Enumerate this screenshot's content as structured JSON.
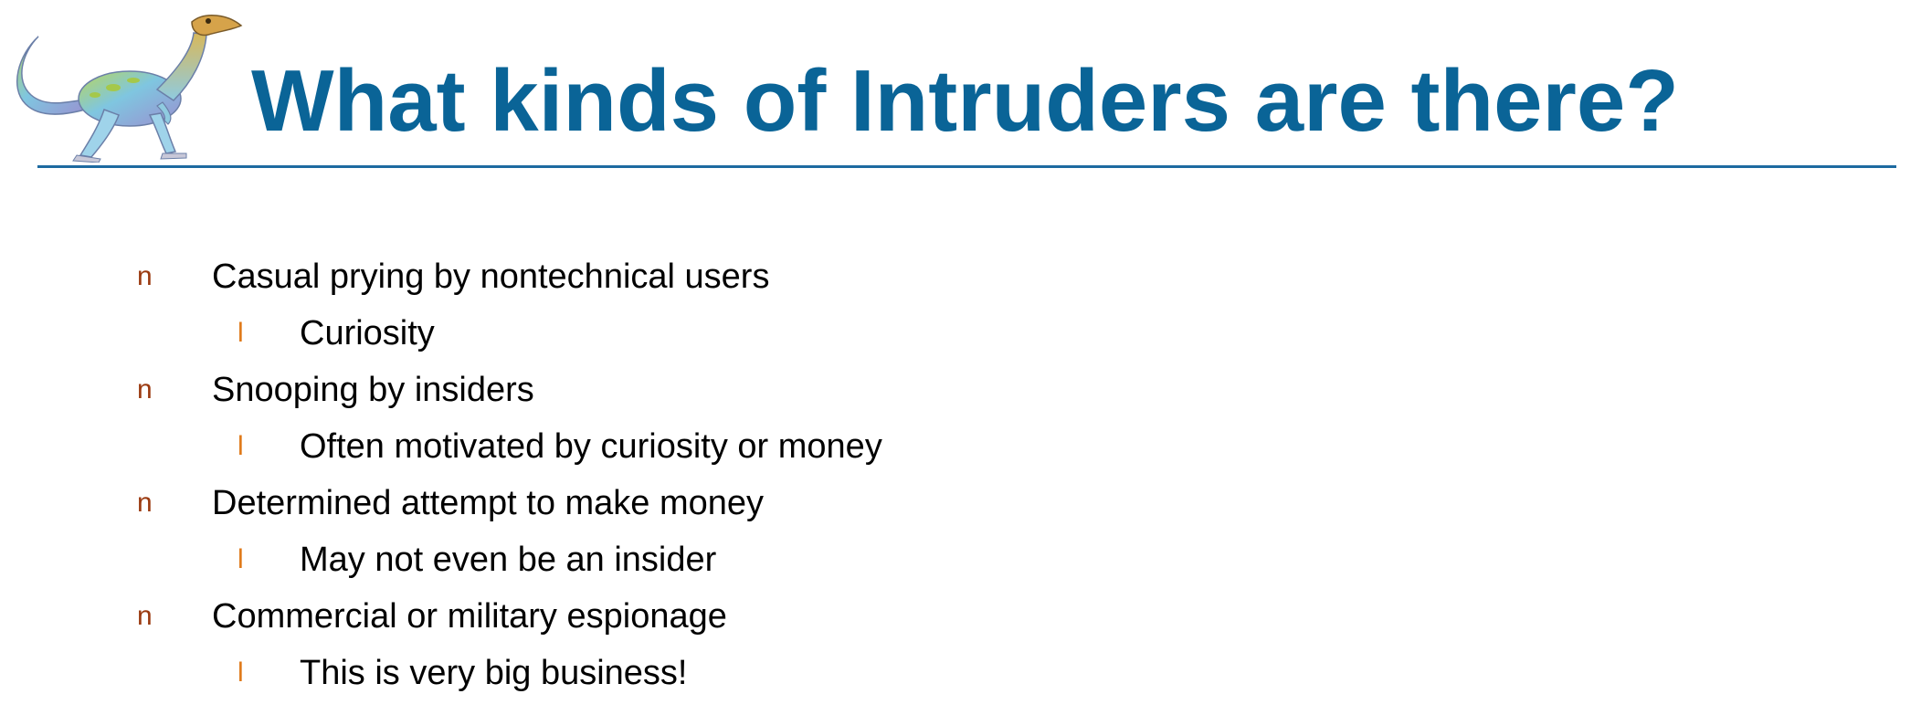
{
  "slide": {
    "title": "What kinds of Intruders are there?",
    "logo_icon": "dinosaur-icon",
    "accent_color": "#0a6497",
    "bullet_color_level1": "#9b3a10",
    "bullet_color_level2": "#e07a1a",
    "bullets": [
      {
        "marker": "n",
        "text": "Casual prying by nontechnical users"
      },
      {
        "marker": "l",
        "text": "Curiosity"
      },
      {
        "marker": "n",
        "text": "Snooping by insiders"
      },
      {
        "marker": "l",
        "text": "Often motivated by curiosity or money"
      },
      {
        "marker": "n",
        "text": "Determined attempt to make money"
      },
      {
        "marker": "l",
        "text": "May not even be an insider"
      },
      {
        "marker": "n",
        "text": "Commercial or military espionage"
      },
      {
        "marker": "l",
        "text": "This is very big business!"
      }
    ]
  }
}
